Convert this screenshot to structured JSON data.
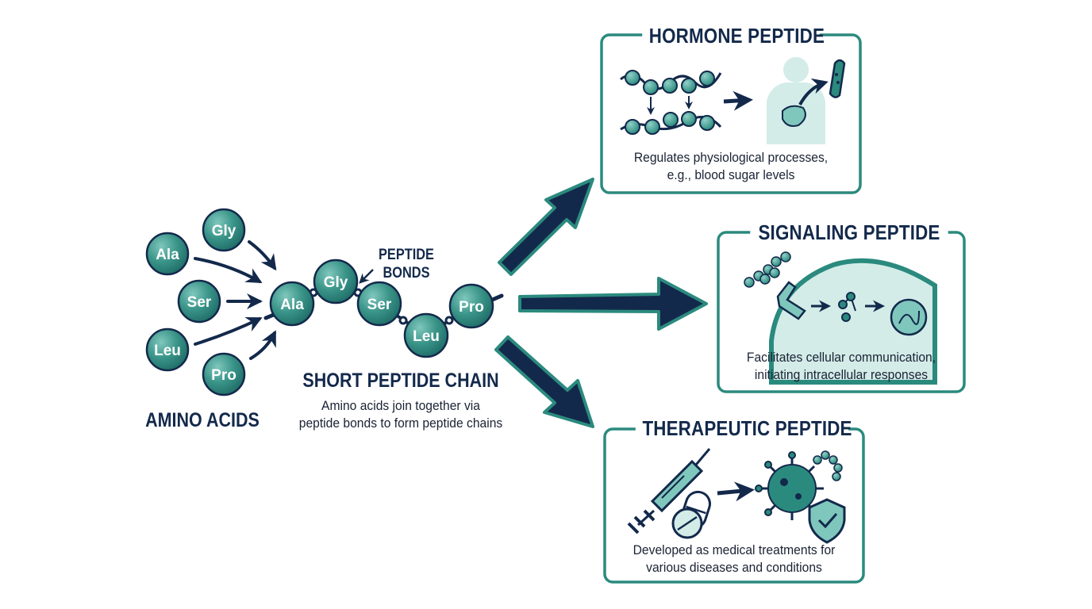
{
  "amino_acids": {
    "title": "AMINO ACIDS",
    "labels": [
      "Ala",
      "Gly",
      "Ser",
      "Leu",
      "Pro"
    ]
  },
  "chain": {
    "title": "SHORT PEPTIDE CHAIN",
    "description_line1": "Amino acids join together via",
    "description_line2": "peptide bonds to form peptide chains",
    "bond_label_line1": "PEPTIDE",
    "bond_label_line2": "BONDS",
    "residues": [
      "Ala",
      "Gly",
      "Ser",
      "Leu",
      "Pro"
    ]
  },
  "cards": {
    "hormone": {
      "title": "HORMONE PEPTIDE",
      "text_line1": "Regulates physiological processes,",
      "text_line2": "e.g., blood sugar levels"
    },
    "signaling": {
      "title": "SIGNALING PEPTIDE",
      "text_line1": "Facilitates cellular communication,",
      "text_line2": "initiating intracellular responses"
    },
    "therapeutic": {
      "title": "THERAPEUTIC PEPTIDE",
      "text_line1": "Developed as medical treatments for",
      "text_line2": "various diseases and conditions"
    }
  },
  "colors": {
    "navy": "#13294b",
    "teal": "#2b8a7e",
    "teal_light": "#7fc7bd",
    "teal_pale": "#d3ece8"
  }
}
